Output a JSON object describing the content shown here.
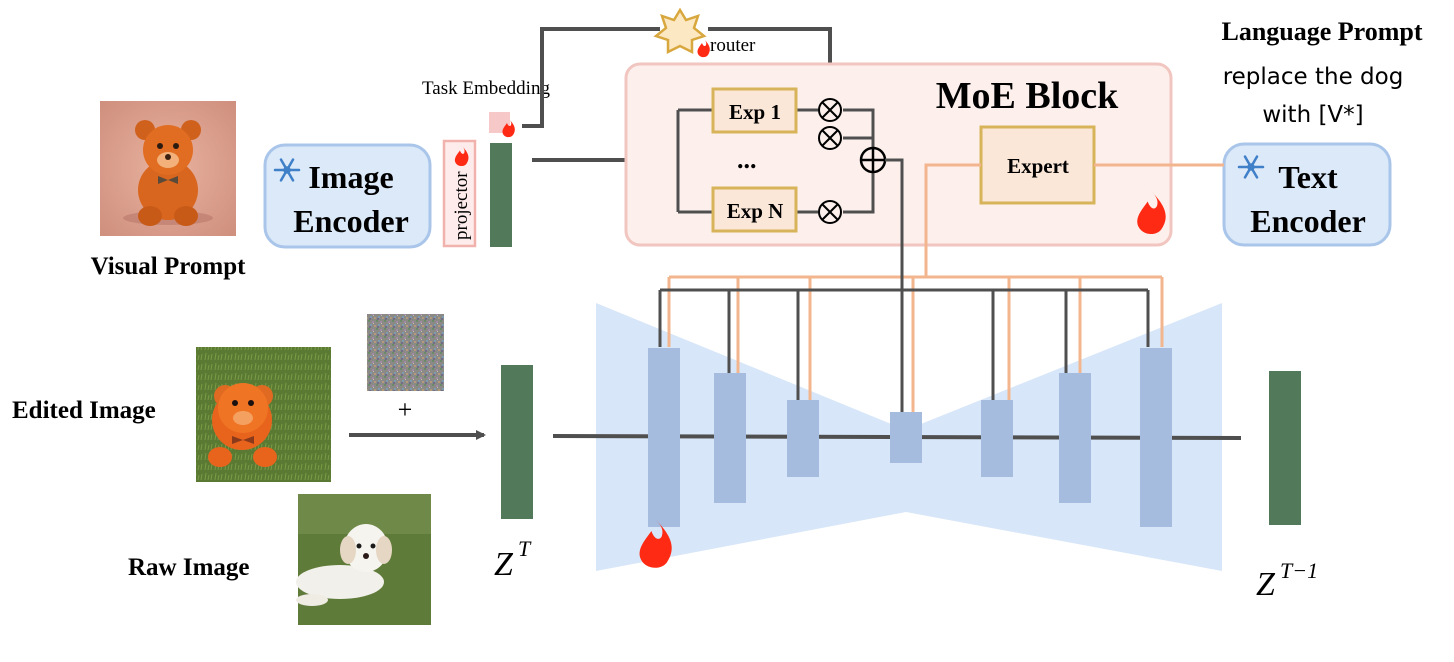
{
  "visual_prompt": {
    "label": "Visual Prompt"
  },
  "image_encoder": {
    "line1": "Image",
    "line2": "Encoder"
  },
  "projector": {
    "label": "projector"
  },
  "task_embedding": {
    "label": "Task Embedding"
  },
  "router": {
    "label": "router"
  },
  "moe_block": {
    "title": "MoE Block",
    "exp1": "Exp 1",
    "ellipsis": "...",
    "expn": "Exp N",
    "expert": "Expert"
  },
  "language_prompt": {
    "title": "Language Prompt",
    "line1": "replace the dog",
    "line2": "with [V*]"
  },
  "text_encoder": {
    "line1": "Text",
    "line2": "Encoder"
  },
  "edited_image": {
    "label": "Edited Image"
  },
  "raw_image": {
    "label": "Raw Image"
  },
  "noise_plus": {
    "label": "+"
  },
  "latent_in": {
    "base": "Z",
    "sup": "T"
  },
  "latent_out": {
    "base": "Z",
    "sup": "T−1"
  },
  "colors": {
    "encoder_fill": "#dbe9f9",
    "encoder_stroke": "#a9c6ea",
    "latent": "#52795a",
    "unet_bg": "#d7e6f8",
    "unet_block": "#a5bcdf",
    "moe_fill": "#fdf0ec",
    "moe_stroke": "#f2c6c0",
    "expert_fill": "#fbe7d8",
    "expert_stroke": "#d7b35a",
    "orange_line": "#f3b58d",
    "gray_line": "#4f4f4f"
  }
}
